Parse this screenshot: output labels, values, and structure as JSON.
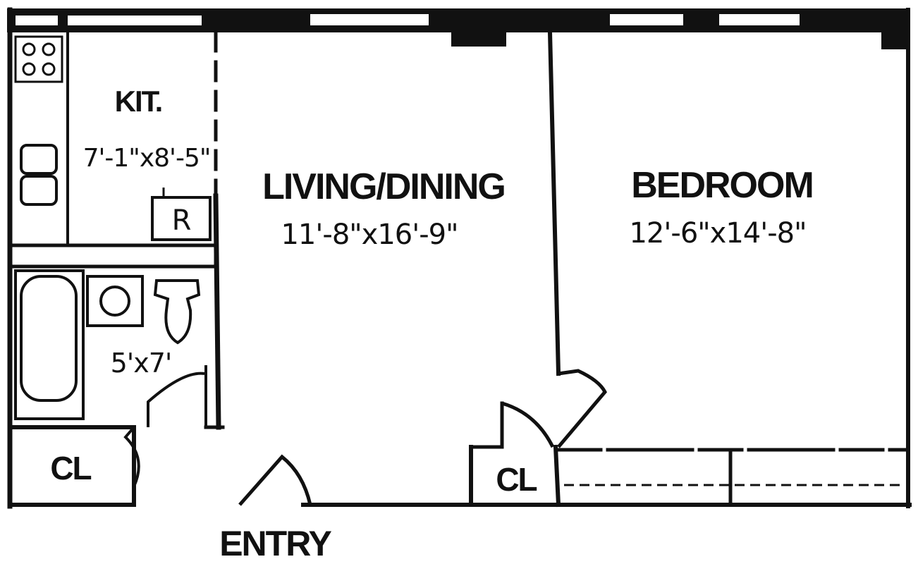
{
  "rooms": {
    "kitchen": {
      "name": "KIT.",
      "size": "7'-1\"x8'-5\""
    },
    "living_dining": {
      "name": "LIVING/DINING",
      "size": "11'-8\"x16'-9\""
    },
    "bedroom": {
      "name": "BEDROOM",
      "size": "12'-6\"x14'-8\""
    },
    "bath": {
      "size": "5'x7'"
    },
    "closet_left": {
      "name": "CL"
    },
    "closet_center": {
      "name": "CL"
    }
  },
  "fixtures": {
    "refrigerator": "R"
  },
  "entry": {
    "label": "ENTRY"
  },
  "colors": {
    "ink": "#111111",
    "paper": "#ffffff"
  }
}
